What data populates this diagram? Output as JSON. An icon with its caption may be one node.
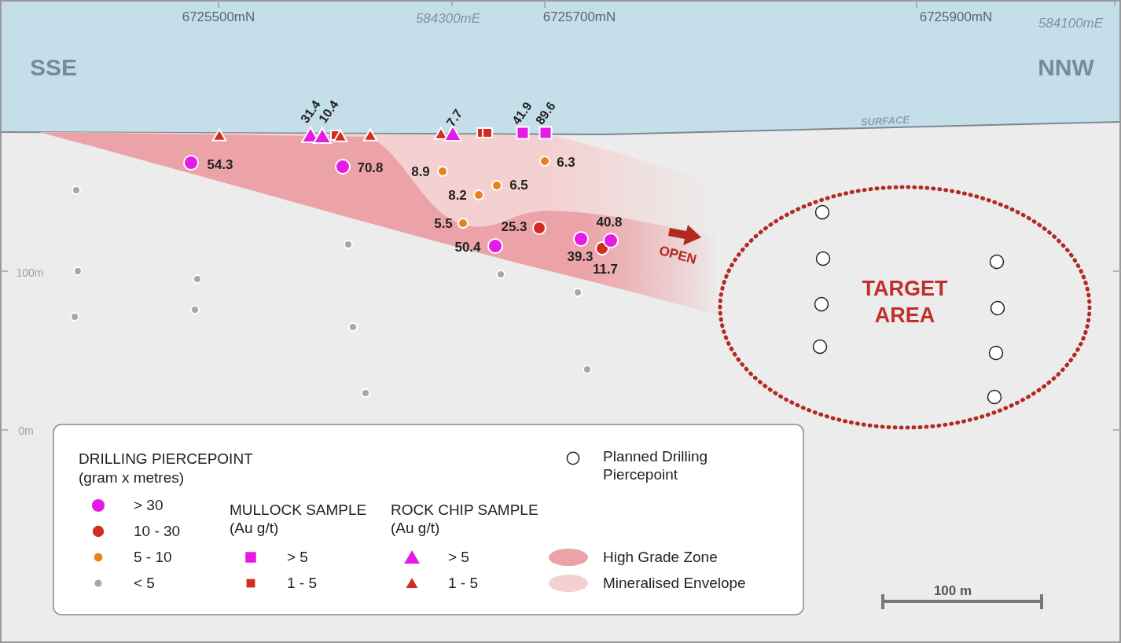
{
  "diagram": {
    "nodes": [
      {
        "text": [
          "TARGET AREA"
        ]
      }
    ],
    "labels": [
      "6725500mN",
      "584300mE",
      "6725700mN",
      "6725900mN",
      "584100mE",
      "SSE",
      "NNW",
      "31.4",
      "10.4",
      "7.7",
      "41.9",
      "89.6",
      "SURFACE",
      "54.3",
      "70.8",
      "6.3",
      "8.9",
      "6.5",
      "8.2",
      "5.5",
      "25.3",
      "40.8",
      "50.4",
      "39.3",
      "OPEN",
      "11.7",
      "100m",
      "0m",
      "DRILLING PIERCEPOINT",
      "(gram x metres)",
      "MULLOCK SAMPLE (Au g/t)",
      "ROCK CHIP SAMPLE (Au g/t)",
      "100 m"
    ],
    "legend": [
      {
        "text": "> 30",
        "color": "#e619e6"
      },
      {
        "text": "10 - 30",
        "color": "#d42a1f"
      },
      {
        "text": "5 - 10",
        "color": "#e8831c"
      },
      {
        "text": "< 5",
        "color": "#a8a8a8"
      },
      {
        "text": "> 5",
        "color": "#e619e6"
      },
      {
        "text": "1 - 5",
        "color": "#d42a1f"
      },
      {
        "text": "> 5",
        "color": "#e619e6"
      },
      {
        "text": "1 - 5",
        "color": "#d42a1f"
      },
      {
        "text": "Planned Drilling Piercepoint"
      },
      {
        "text": "High Grade Zone",
        "color": "#eba3a8"
      },
      {
        "text": "Mineralised Envelope",
        "color": "#f4d0d1"
      }
    ]
  }
}
